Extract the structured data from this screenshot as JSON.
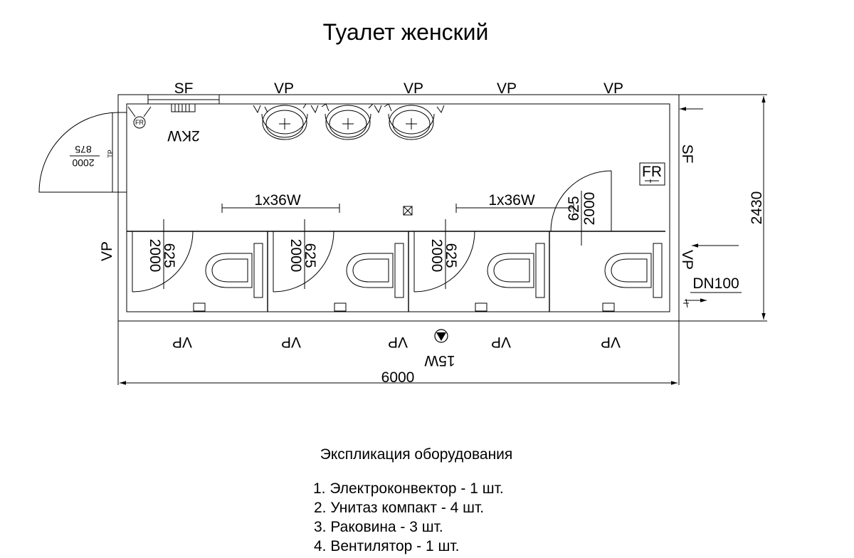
{
  "title": "Туалет женский",
  "labels": {
    "sf": "SF",
    "vp": "VP",
    "fr": "FR",
    "kw2": "2KW",
    "tp": "TP",
    "door_w_875": "875",
    "door_h_2000": "2000",
    "door_w_625": "625",
    "light_1x36": "1x36W",
    "fan_15w": "15W",
    "dn100": "DN100",
    "dim_length": "6000",
    "dim_width": "2430"
  },
  "explication": {
    "heading": "Экспликация оборудования",
    "items": [
      "1. Электроконвектор - 1 шт.",
      "2. Унитаз компакт - 4 шт.",
      "3. Раковина - 3 шт.",
      "4. Вентилятор - 1 шт."
    ]
  },
  "icons": [
    "outlet-icon",
    "convector-icon",
    "sink-icon",
    "toilet-icon",
    "lamp-icon",
    "fan-icon",
    "door-swing-icon",
    "fire-alarm-icon"
  ]
}
